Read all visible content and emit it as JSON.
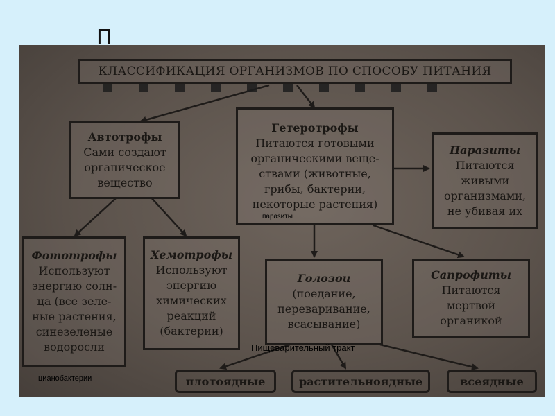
{
  "diagram": {
    "header_letter": "П",
    "title": "КЛАССИФИКАЦИЯ ОРГАНИЗМОВ ПО СПОСОБУ ПИТАНИЯ",
    "autotrophs": {
      "title": "Автотрофы",
      "text": "Сами создают\nорганическое\nвещество"
    },
    "heterotrophs": {
      "title": "Гетеротрофы",
      "text": "Питаются готовыми\nорганическими веще-\nствами (животные,\nгрибы, бактерии,\nнекоторые растения)"
    },
    "parasites": {
      "title": "Паразиты",
      "text": "Питаются\nживыми\nорганизмами,\nне убивая их"
    },
    "phototrophs": {
      "title": "Фототрофы",
      "text": "Используют\nэнергию солн-\nца (все зеле-\nные растения,\nсинезеленые\nводоросли"
    },
    "chemotrophs": {
      "title": "Хемотрофы",
      "text": "Используют\nэнергию\nхимических\nреакций\n(бактерии)"
    },
    "holozoic": {
      "title": "Голозои",
      "text": "(поедание,\nпереваривание,\nвсасывание)"
    },
    "saprophytes": {
      "title": "Сапрофиты",
      "text": "Питаются\nмертвой\nорганикой"
    },
    "carnivores": "плотоядные",
    "herbivores": "растительноядные",
    "omnivores": "всеядные"
  },
  "overlays": {
    "parasites_note": "паразиты",
    "digestive_tract": "Пищеварительный тракт",
    "cyanobacteria": "цианобактерии"
  },
  "colors": {
    "slide_background": "#d6f0fb",
    "photo": "#5c534c",
    "ink": "#1e1b19"
  }
}
